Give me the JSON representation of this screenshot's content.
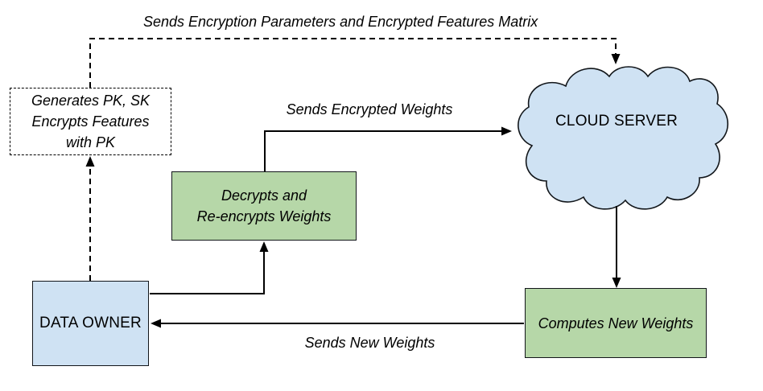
{
  "diagram": {
    "nodes": {
      "key_generation": {
        "lines": [
          "Generates PK, SK",
          "Encrypts Features",
          "with PK"
        ]
      },
      "data_owner": {
        "label": "DATA OWNER"
      },
      "decrypt_reencrypt": {
        "lines": [
          "Decrypts and",
          "Re-encrypts Weights"
        ]
      },
      "cloud_server": {
        "lines": [
          "CLOUD",
          "SERVER"
        ]
      },
      "compute_weights": {
        "label": "Computes New Weights"
      }
    },
    "edges": {
      "encryption_params": {
        "label": "Sends Encryption Parameters and Encrypted Features Matrix",
        "style": "dashed"
      },
      "encrypted_weights": {
        "label": "Sends Encrypted Weights",
        "style": "solid"
      },
      "new_weights": {
        "label": "Sends New Weights",
        "style": "solid"
      }
    },
    "colors": {
      "node_blue_fill": "#cfe2f3",
      "node_green_fill": "#b6d7a8",
      "stroke": "#000000",
      "background": "#ffffff"
    }
  }
}
